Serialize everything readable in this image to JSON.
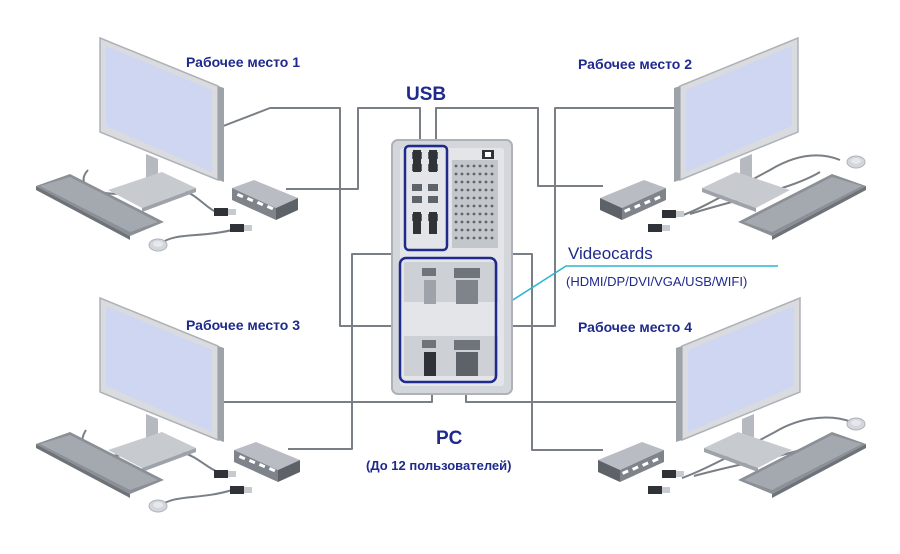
{
  "labels": {
    "workplace_1": "Рабочее место 1",
    "workplace_2": "Рабочее место 2",
    "workplace_3": "Рабочее место 3",
    "workplace_4": "Рабочее место 4",
    "usb": "USB",
    "videocards": "Videocards",
    "videocards_types": "(HDMI/DP/DVI/VGA/USB/WIFI)",
    "pc": "PC",
    "pc_users": "(До 12 пользователей)"
  },
  "colors": {
    "highlight": "#1e2a8c",
    "cable": "#7a7f86",
    "callout": "#29b6d1",
    "screen": "#cfd6f2"
  }
}
